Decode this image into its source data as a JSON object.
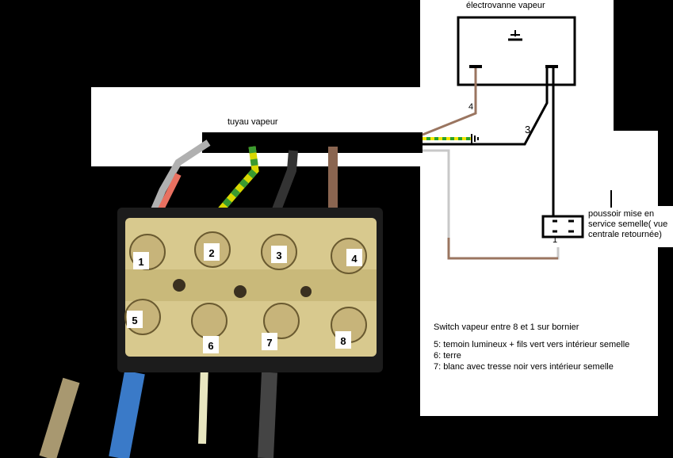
{
  "labels": {
    "valve_title": "électrovanne vapeur",
    "hose_title": "tuyau vapeur",
    "switch_title_line1": "poussoir mise en",
    "switch_title_line2": "service semelle( vue",
    "switch_title_line3": "centrale retournée)",
    "wire_4": "4",
    "wire_3": "3",
    "switch_pin": "1"
  },
  "terminals": [
    "1",
    "2",
    "3",
    "4",
    "5",
    "6",
    "7",
    "8"
  ],
  "notes": {
    "heading": "Switch vapeur entre 8 et 1 sur bornier",
    "lines": [
      "5: temoin lumineux    + fils vert  vers intérieur semelle",
      "6: terre",
      "7: blanc avec tresse noir vers intérieur semelle"
    ]
  },
  "colors": {
    "brown_wire": "#9a7560",
    "black_wire": "#000000",
    "grey_wire": "#c8c8c8",
    "green_yellow_a": "#f2e600",
    "green_yellow_b": "#2aa02a",
    "terminal_block": "#d8c98e"
  },
  "icons": {
    "ground_symbol": "ground-icon"
  }
}
